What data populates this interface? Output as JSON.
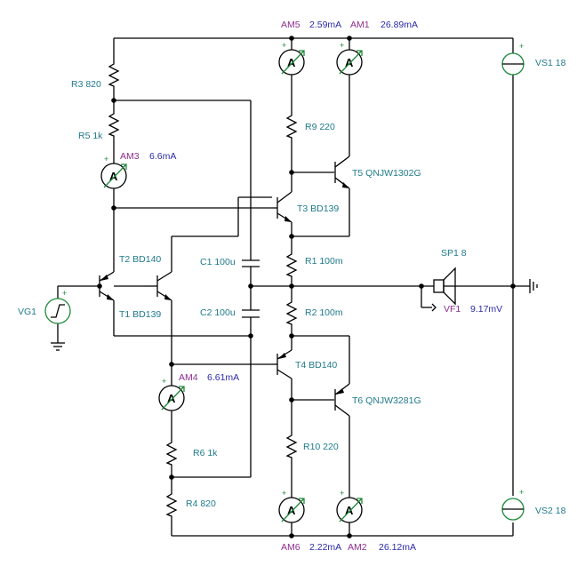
{
  "meters": {
    "am1": {
      "name": "AM1",
      "value": "26.89mA"
    },
    "am2": {
      "name": "AM2",
      "value": "26.12mA"
    },
    "am3": {
      "name": "AM3",
      "value": "6.6mA"
    },
    "am4": {
      "name": "AM4",
      "value": "6.61mA"
    },
    "am5": {
      "name": "AM5",
      "value": "2.59mA"
    },
    "am6": {
      "name": "AM6",
      "value": "2.22mA"
    },
    "symbol": "A"
  },
  "resistors": {
    "r1": "R1 100m",
    "r2": "R2 100m",
    "r3": "R3 820",
    "r4": "R4 820",
    "r5": "R5 1k",
    "r6": "R6 1k",
    "r9": "R9 220",
    "r10": "R10 220"
  },
  "capacitors": {
    "c1": "C1 100u",
    "c2": "C2 100u"
  },
  "transistors": {
    "t1": "T1 BD139",
    "t2": "T2 BD140",
    "t3": "T3 BD139",
    "t4": "T4 BD140",
    "t5": "T5 QNJW1302G",
    "t6": "T6 QNJW3281G"
  },
  "sources": {
    "vs1": "VS1 18",
    "vs2": "VS2 18",
    "vg1": "VG1"
  },
  "speaker": "SP1 8",
  "voltmeter": {
    "name": "VF1",
    "value": "9.17mV"
  },
  "plus_sign": "+",
  "colors": {
    "label": "#1f7a8c",
    "meter_name": "#8e2d8e",
    "meter_value": "#2a2aa8",
    "source": "#1e8a3a"
  }
}
